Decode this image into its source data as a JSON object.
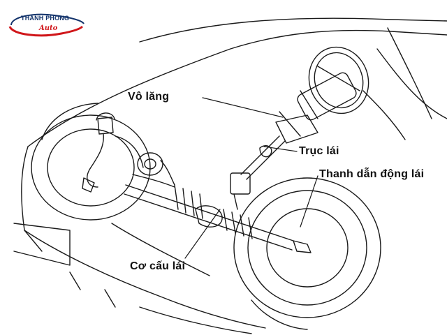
{
  "logo": {
    "brand_text": "THANH PHONG",
    "sub_text": "Auto"
  },
  "labels": {
    "steering_wheel": "Vô lăng",
    "steering_shaft": "Trục lái",
    "tie_rod": "Thanh dẫn động lái",
    "steering_gear": "Cơ cấu lái"
  },
  "colors": {
    "line": "#1a1a1a",
    "logo_blue": "#13336b",
    "logo_red": "#d0161a"
  }
}
